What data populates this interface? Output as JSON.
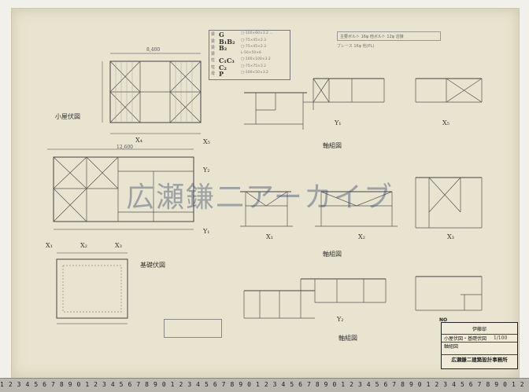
{
  "watermark": "広瀬鎌二アーカイブ",
  "sheet": {
    "no_label": "NO",
    "title_block": {
      "row1": "伊藤邸",
      "row2": "小屋伏図・基礎伏図",
      "row3": "軸組図",
      "scale": "1/100",
      "office": "広瀬鎌二建築設計事務所"
    }
  },
  "legend": [
    {
      "k": "梁",
      "s": "G",
      "v": "□-100×60×3.2 ..."
    },
    {
      "k": "梁",
      "s": "B₁B₂",
      "v": "□-75×45×2.3"
    },
    {
      "k": "梁",
      "s": "B₂",
      "v": "□-75×45×2.3"
    },
    {
      "k": "梁",
      "s": "",
      "v": "L-50×50×6"
    },
    {
      "k": "柱",
      "s": "C₁C₃",
      "v": "□-100×100×3.2"
    },
    {
      "k": "柱",
      "s": "C₂",
      "v": "□-75×75×3.2"
    },
    {
      "k": "母",
      "s": "P",
      "v": "□-100×50×3.2"
    }
  ],
  "notes": {
    "top_box": "主要ボルト  16φ    他ボルト  12φ  溶接",
    "line2": "ブレース  16φ    他(PL)"
  },
  "labels": {
    "koya_fuse": "小屋伏図",
    "kiso_fuse": "基礎伏図",
    "jikugumi_1": "軸組図",
    "jikugumi_2": "軸組図",
    "jikugumi_3": "軸組図",
    "x4": "X₄",
    "x5": "X₅",
    "y2": "Y₂",
    "y1": "Y₁",
    "x1": "X₁",
    "x2": "X₂",
    "x3": "X₃",
    "y1_elev": "Y₁",
    "x5_elev": "X₅",
    "x1_elev": "X₁",
    "x2_elev": "X₂",
    "x3_elev": "X₃",
    "y2_elev": "Y₂",
    "dim_top": "8,400",
    "dim_mid": "12,600"
  },
  "ruler": "1 2 3 4 5 6 7 8 9 0 1 2 3 4 5 6 7 8 9 0 1 2 3 4 5 6 7 8 9 0 1 2 3 4 5 6 7 8 9 0 1 2 3 4 5 6 7 8 9 0 1 2 3 4 5 6 7 8 9 0 1 2 3 4 5 6 7 8 9 0 1 2 3 4 5 6 7 8 9 0 1 2 3"
}
